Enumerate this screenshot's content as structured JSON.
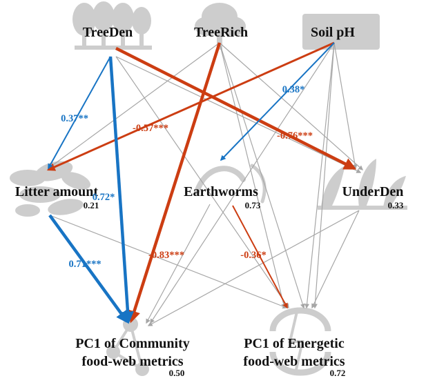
{
  "nodes": {
    "treeden": {
      "label": "TreeDen"
    },
    "treerich": {
      "label": "TreeRich"
    },
    "soilph": {
      "label": "Soil pH"
    },
    "litter": {
      "label": "Litter amount",
      "r2": "0.21"
    },
    "earthworms": {
      "label": "Earthworms",
      "r2": "0.73"
    },
    "underden": {
      "label": "UnderDen",
      "r2": "0.33"
    },
    "community": {
      "label_line1": "PC1 of Community",
      "label_line2": "food-web metrics",
      "r2": "0.50"
    },
    "energetic": {
      "label_line1": "PC1 of Energetic",
      "label_line2": "food-web metrics",
      "r2": "0.72"
    }
  },
  "coefficients": {
    "treeden_litter": "0.37**",
    "treeden_community": "0.72*",
    "treeden_underden": "-0.76***",
    "soilph_litter": "-0.57***",
    "soilph_earthworms": "0.38*",
    "treerich_community": "-0.83***",
    "litter_community": "0.71***",
    "earthworms_energetic": "-0.36*"
  },
  "colors": {
    "positive": "#1874c4",
    "negative": "#cc3d12",
    "nonsignificant": "#a6a6a6",
    "icon": "#cdcdcd"
  }
}
